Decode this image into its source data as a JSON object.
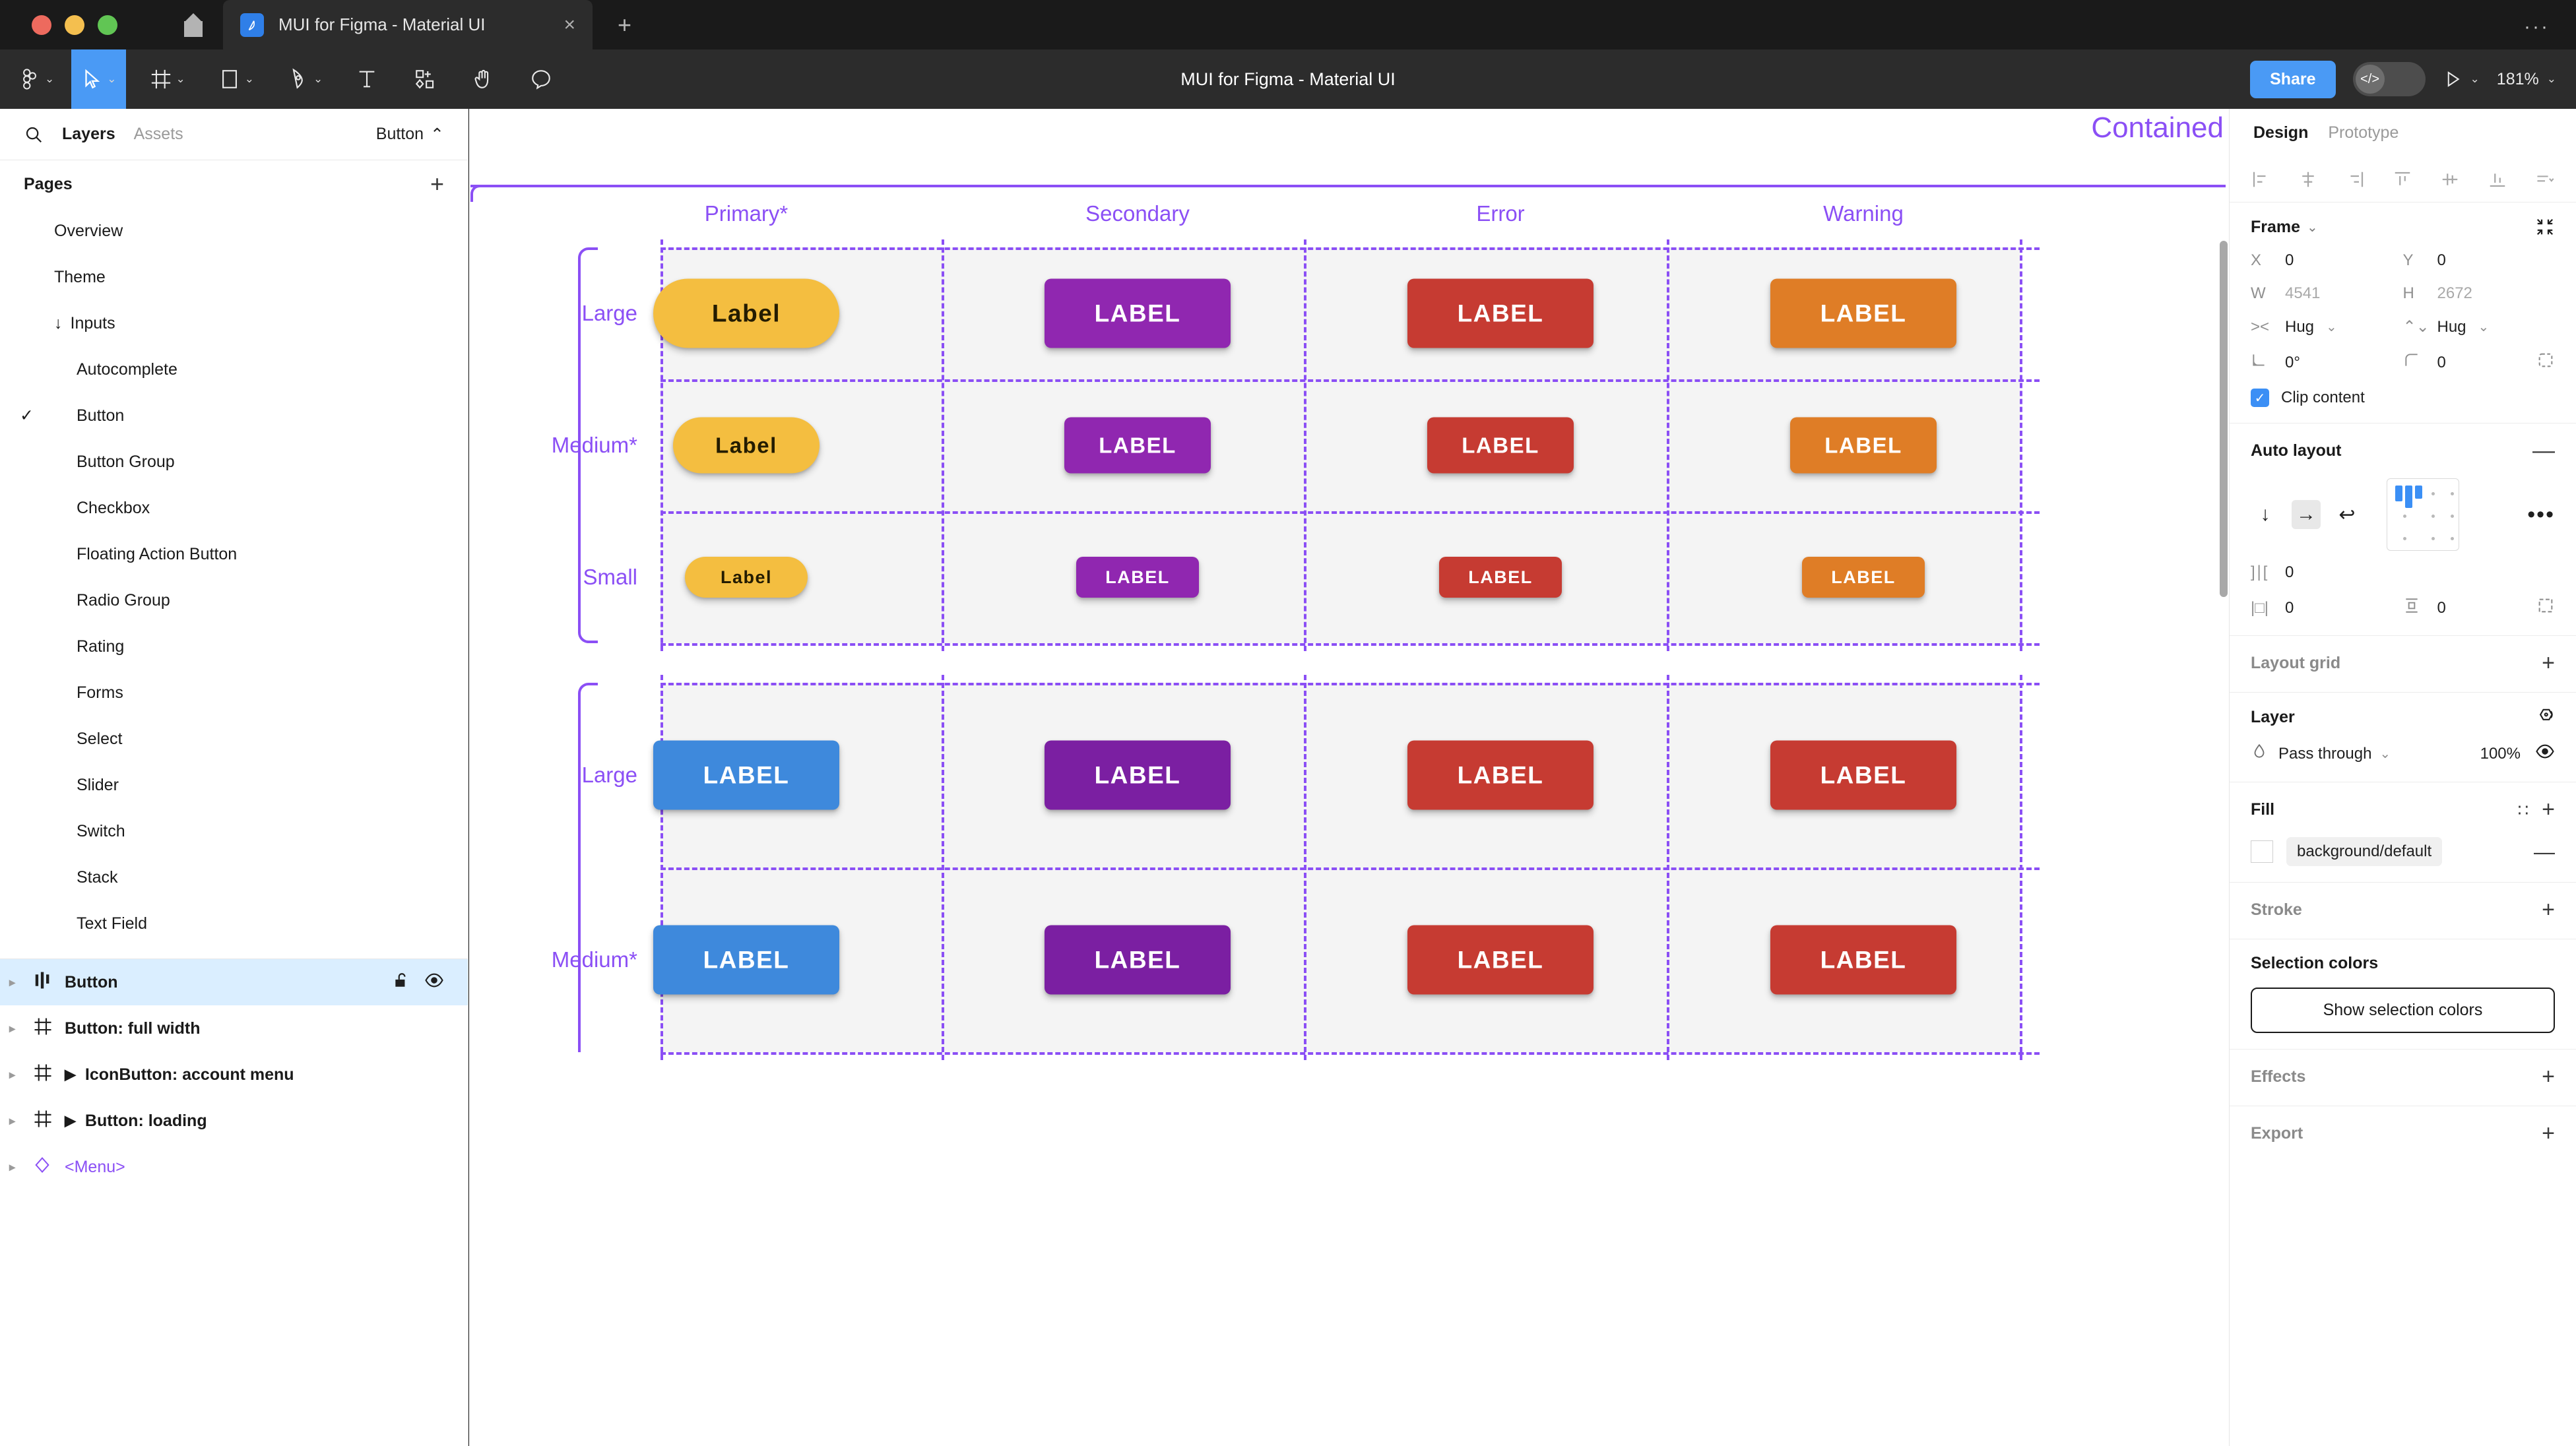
{
  "window": {
    "tab_title": "MUI for Figma - Material UI",
    "close_label": "×",
    "new_tab_label": "+",
    "menu_label": "···"
  },
  "toolbar": {
    "tools": [
      {
        "name": "figma-menu",
        "caret": "⌄"
      },
      {
        "name": "move-tool",
        "caret": "⌄",
        "active": true
      },
      {
        "name": "frame-tool",
        "caret": "⌄"
      },
      {
        "name": "shape-tool",
        "caret": "⌄"
      },
      {
        "name": "pen-tool",
        "caret": "⌄"
      },
      {
        "name": "text-tool",
        "caret": ""
      },
      {
        "name": "resources-tool",
        "caret": ""
      },
      {
        "name": "hand-tool",
        "caret": ""
      },
      {
        "name": "comment-tool",
        "caret": ""
      }
    ],
    "file_title": "MUI for Figma - Material UI",
    "share_label": "Share",
    "devmode_glyph": "</>",
    "present_caret": "⌄",
    "zoom_level": "181%",
    "zoom_caret": "⌄"
  },
  "left_panel": {
    "tabs": [
      {
        "label": "Layers",
        "active": true
      },
      {
        "label": "Assets",
        "active": false
      }
    ],
    "page_selector": "Button",
    "page_selector_caret": "⌃",
    "pages_header": "Pages",
    "pages_add": "+",
    "pages": [
      {
        "label": "Overview",
        "level": 1,
        "checked": false,
        "arrow": ""
      },
      {
        "label": "Theme",
        "level": 1,
        "checked": false,
        "arrow": ""
      },
      {
        "label": "Inputs",
        "level": 1,
        "checked": false,
        "arrow": "↓"
      },
      {
        "label": "Autocomplete",
        "level": 2,
        "checked": false,
        "arrow": ""
      },
      {
        "label": "Button",
        "level": 2,
        "checked": true,
        "arrow": ""
      },
      {
        "label": "Button Group",
        "level": 2,
        "checked": false,
        "arrow": ""
      },
      {
        "label": "Checkbox",
        "level": 2,
        "checked": false,
        "arrow": ""
      },
      {
        "label": "Floating Action Button",
        "level": 2,
        "checked": false,
        "arrow": ""
      },
      {
        "label": "Radio Group",
        "level": 2,
        "checked": false,
        "arrow": ""
      },
      {
        "label": "Rating",
        "level": 2,
        "checked": false,
        "arrow": ""
      },
      {
        "label": "Forms",
        "level": 2,
        "checked": false,
        "arrow": ""
      },
      {
        "label": "Select",
        "level": 2,
        "checked": false,
        "arrow": ""
      },
      {
        "label": "Slider",
        "level": 2,
        "checked": false,
        "arrow": ""
      },
      {
        "label": "Switch",
        "level": 2,
        "checked": false,
        "arrow": ""
      },
      {
        "label": "Stack",
        "level": 2,
        "checked": false,
        "arrow": ""
      },
      {
        "label": "Text Field",
        "level": 2,
        "checked": false,
        "arrow": ""
      }
    ],
    "layers": [
      {
        "label": "Button",
        "icon": "component-set-icon",
        "selected": true,
        "expand_arrow": "",
        "lock": true,
        "eye": true,
        "color": "dark"
      },
      {
        "label": "Button: full width",
        "icon": "frame-icon",
        "selected": false,
        "expand_arrow": "",
        "lock": false,
        "eye": false,
        "color": "dark"
      },
      {
        "label": "IconButton: account menu",
        "icon": "frame-icon",
        "selected": false,
        "expand_arrow": "▶",
        "lock": false,
        "eye": false,
        "color": "dark"
      },
      {
        "label": "Button: loading",
        "icon": "frame-icon",
        "selected": false,
        "expand_arrow": "▶",
        "lock": false,
        "eye": false,
        "color": "dark"
      },
      {
        "label": "<Menu>",
        "icon": "component-icon",
        "selected": false,
        "expand_arrow": "",
        "lock": false,
        "eye": false,
        "color": "purple"
      }
    ]
  },
  "canvas": {
    "frame_label": "Contained",
    "columns": [
      "Primary*",
      "Secondary",
      "Error",
      "Warning"
    ],
    "groups": [
      {
        "rows": [
          "Large",
          "Medium*",
          "Small"
        ],
        "cells": [
          [
            {
              "label": "Label",
              "bg": "#F4BE40",
              "fg": "#241c00",
              "shape": "pill",
              "size": "lg"
            },
            {
              "label": "LABEL",
              "bg": "#9027B0",
              "fg": "#ffffff",
              "shape": "rounded",
              "size": "lg"
            },
            {
              "label": "LABEL",
              "bg": "#C63B32",
              "fg": "#ffffff",
              "shape": "rounded",
              "size": "lg"
            },
            {
              "label": "LABEL",
              "bg": "#DF7D26",
              "fg": "#ffffff",
              "shape": "rounded",
              "size": "lg"
            }
          ],
          [
            {
              "label": "Label",
              "bg": "#F4BE40",
              "fg": "#241c00",
              "shape": "pill",
              "size": "md"
            },
            {
              "label": "LABEL",
              "bg": "#9027B0",
              "fg": "#ffffff",
              "shape": "rounded",
              "size": "md"
            },
            {
              "label": "LABEL",
              "bg": "#C63B32",
              "fg": "#ffffff",
              "shape": "rounded",
              "size": "md"
            },
            {
              "label": "LABEL",
              "bg": "#DF7D26",
              "fg": "#ffffff",
              "shape": "rounded",
              "size": "md"
            }
          ],
          [
            {
              "label": "Label",
              "bg": "#F4BE40",
              "fg": "#241c00",
              "shape": "pill",
              "size": "sm"
            },
            {
              "label": "LABEL",
              "bg": "#9027B0",
              "fg": "#ffffff",
              "shape": "rounded",
              "size": "sm"
            },
            {
              "label": "LABEL",
              "bg": "#C63B32",
              "fg": "#ffffff",
              "shape": "rounded",
              "size": "sm"
            },
            {
              "label": "LABEL",
              "bg": "#DF7D26",
              "fg": "#ffffff",
              "shape": "rounded",
              "size": "sm"
            }
          ]
        ]
      },
      {
        "rows": [
          "Large",
          "Medium*"
        ],
        "cells": [
          [
            {
              "label": "LABEL",
              "bg": "#3E89DC",
              "fg": "#ffffff",
              "shape": "rounded",
              "size": "lg"
            },
            {
              "label": "LABEL",
              "bg": "#7B1FA2",
              "fg": "#ffffff",
              "shape": "rounded",
              "size": "lg"
            },
            {
              "label": "LABEL",
              "bg": "#C63B32",
              "fg": "#ffffff",
              "shape": "rounded",
              "size": "lg"
            },
            {
              "label": "LABEL",
              "bg": "#C63B32",
              "fg": "#ffffff",
              "shape": "rounded",
              "size": "lg"
            }
          ],
          [
            {
              "label": "LABEL",
              "bg": "#3E89DC",
              "fg": "#ffffff",
              "shape": "rounded",
              "size": "lg"
            },
            {
              "label": "LABEL",
              "bg": "#7B1FA2",
              "fg": "#ffffff",
              "shape": "rounded",
              "size": "lg"
            },
            {
              "label": "LABEL",
              "bg": "#C63B32",
              "fg": "#ffffff",
              "shape": "rounded",
              "size": "lg"
            },
            {
              "label": "LABEL",
              "bg": "#C63B32",
              "fg": "#ffffff",
              "shape": "rounded",
              "size": "lg"
            }
          ]
        ]
      }
    ]
  },
  "right_panel": {
    "tabs": [
      {
        "label": "Design",
        "active": true
      },
      {
        "label": "Prototype",
        "active": false
      }
    ],
    "frame": {
      "title": "Frame",
      "title_caret": "⌄",
      "x_key": "X",
      "x_val": "0",
      "y_key": "Y",
      "y_val": "0",
      "w_key": "W",
      "w_val": "4541",
      "h_key": "H",
      "h_val": "2672",
      "hug_w": "Hug",
      "hug_h": "Hug",
      "hug_caret": "⌄",
      "rotation": "0°",
      "corner_radius": "0",
      "clip_content_label": "Clip content",
      "clip_content_checked": true,
      "check_glyph": "✓"
    },
    "auto_layout": {
      "title": "Auto layout",
      "collapse": "—",
      "dir_vertical": "↓",
      "dir_horizontal": "→",
      "dir_wrap": "↩",
      "gap": "0",
      "pad_h": "0",
      "pad_v": "0",
      "more": "•••"
    },
    "layout_grid": {
      "title": "Layout grid",
      "add": "+"
    },
    "layer": {
      "title": "Layer",
      "blend_mode": "Pass through",
      "blend_caret": "⌄",
      "opacity": "100%"
    },
    "fill": {
      "title": "Fill",
      "add": "+",
      "token": "background/default",
      "remove": "—"
    },
    "stroke": {
      "title": "Stroke",
      "add": "+"
    },
    "selection_colors": {
      "title": "Selection colors",
      "button_label": "Show selection colors"
    },
    "effects": {
      "title": "Effects",
      "add": "+"
    },
    "export": {
      "title": "Export",
      "add": "+"
    }
  }
}
